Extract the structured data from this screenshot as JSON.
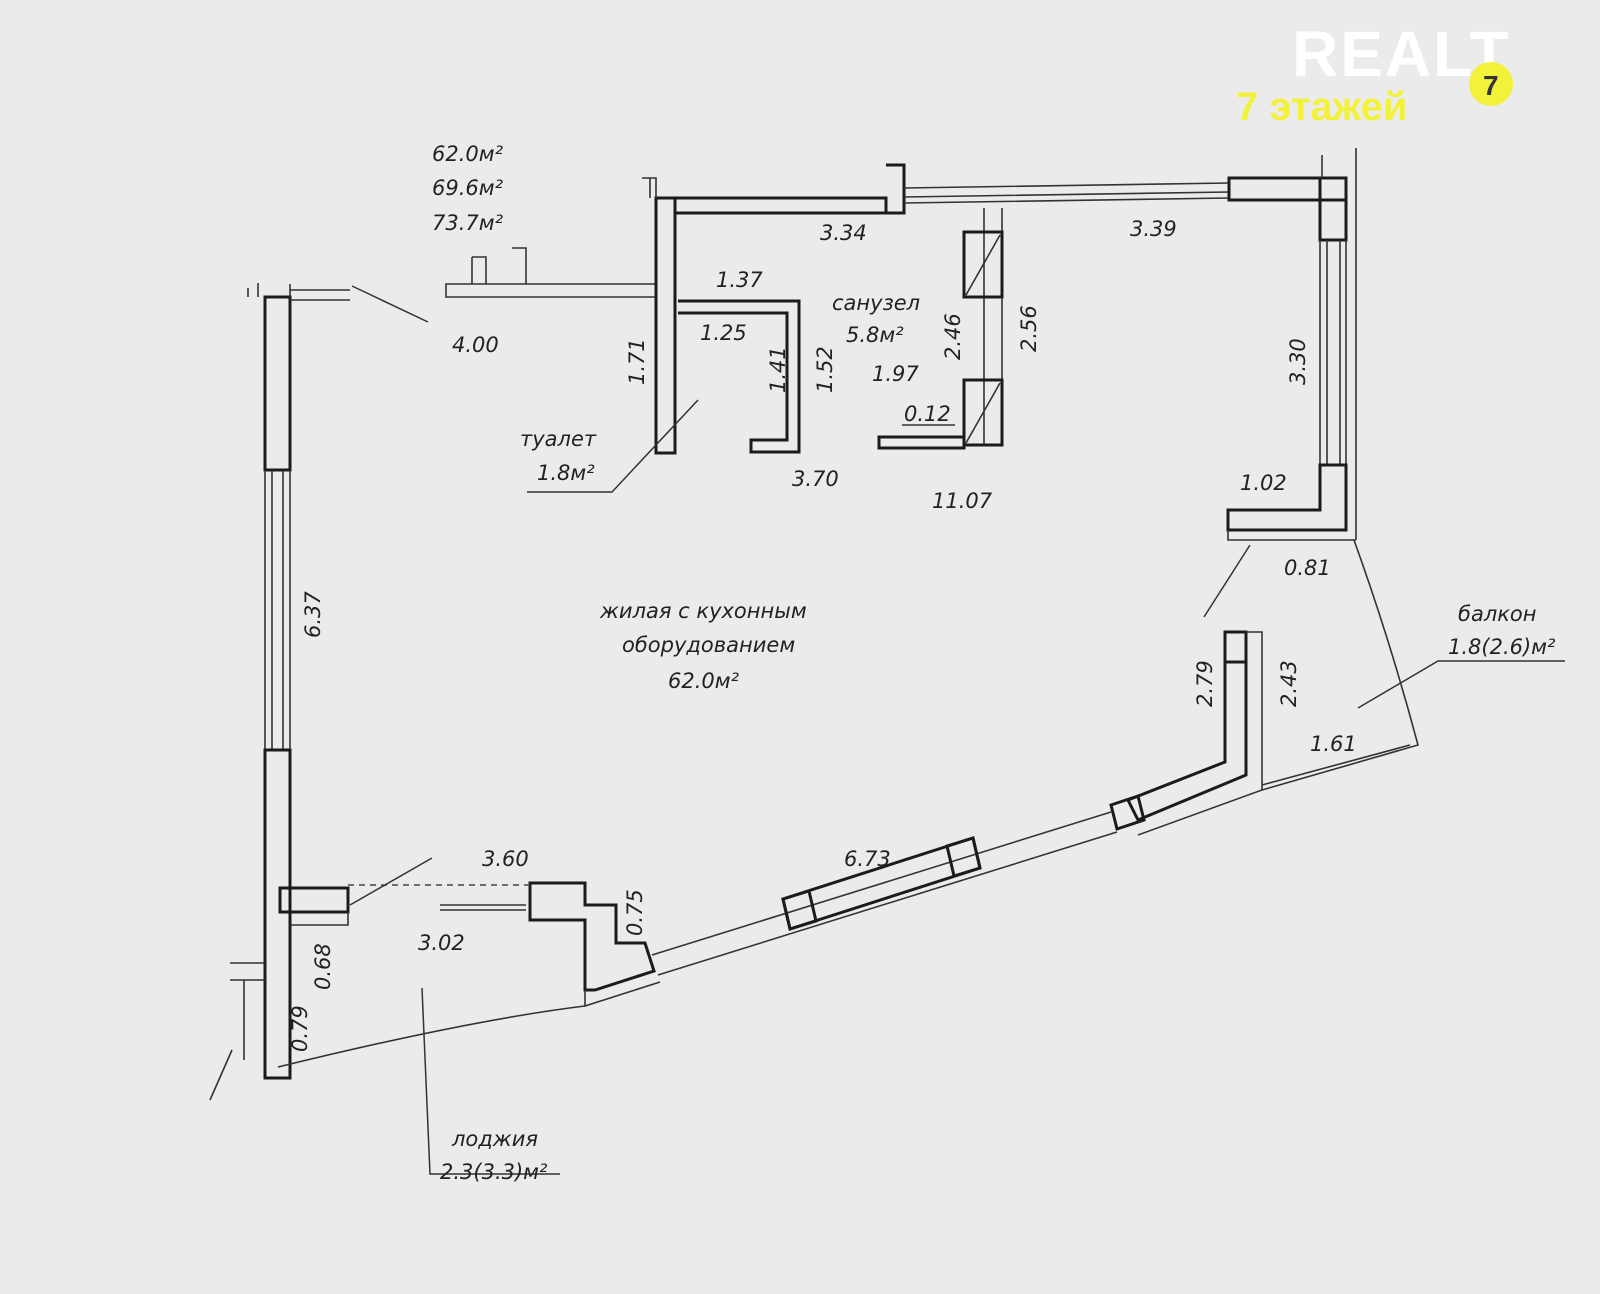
{
  "watermark": {
    "brand": "REALT",
    "badge_number": "7",
    "floors_text": "7 этажей",
    "badge_color": "#f2f23a"
  },
  "plan": {
    "areas_summary": [
      "62.0м²",
      "69.6м²",
      "73.7м²"
    ],
    "rooms": {
      "toilet": {
        "name": "туалет",
        "area": "1.8м²"
      },
      "bathroom": {
        "name": "санузел",
        "area": "5.8м²"
      },
      "living": {
        "line1": "жилая с кухонным",
        "line2": "оборудованием",
        "area": "62.0м²"
      },
      "balcony": {
        "name": "балкон",
        "area": "1.8(2.6)м²"
      },
      "loggia": {
        "name": "лоджия",
        "area": "2.3(3.3)м²"
      }
    },
    "dimensions": {
      "d_4_00": "4.00",
      "d_3_34": "3.34",
      "d_3_39": "3.39",
      "d_1_37": "1.37",
      "d_1_25": "1.25",
      "d_1_71": "1.71",
      "d_1_41": "1.41",
      "d_1_52": "1.52",
      "d_2_46": "2.46",
      "d_2_56": "2.56",
      "d_1_97": "1.97",
      "d_0_12": "0.12",
      "d_3_30": "3.30",
      "d_3_70": "3.70",
      "d_11_07": "11.07",
      "d_1_02": "1.02",
      "d_0_81": "0.81",
      "d_6_37": "6.37",
      "d_2_79": "2.79",
      "d_2_43": "2.43",
      "d_1_61": "1.61",
      "d_3_60": "3.60",
      "d_6_73": "6.73",
      "d_0_75": "0.75",
      "d_3_02": "3.02",
      "d_0_68": "0.68",
      "d_0_79": "0.79"
    }
  }
}
